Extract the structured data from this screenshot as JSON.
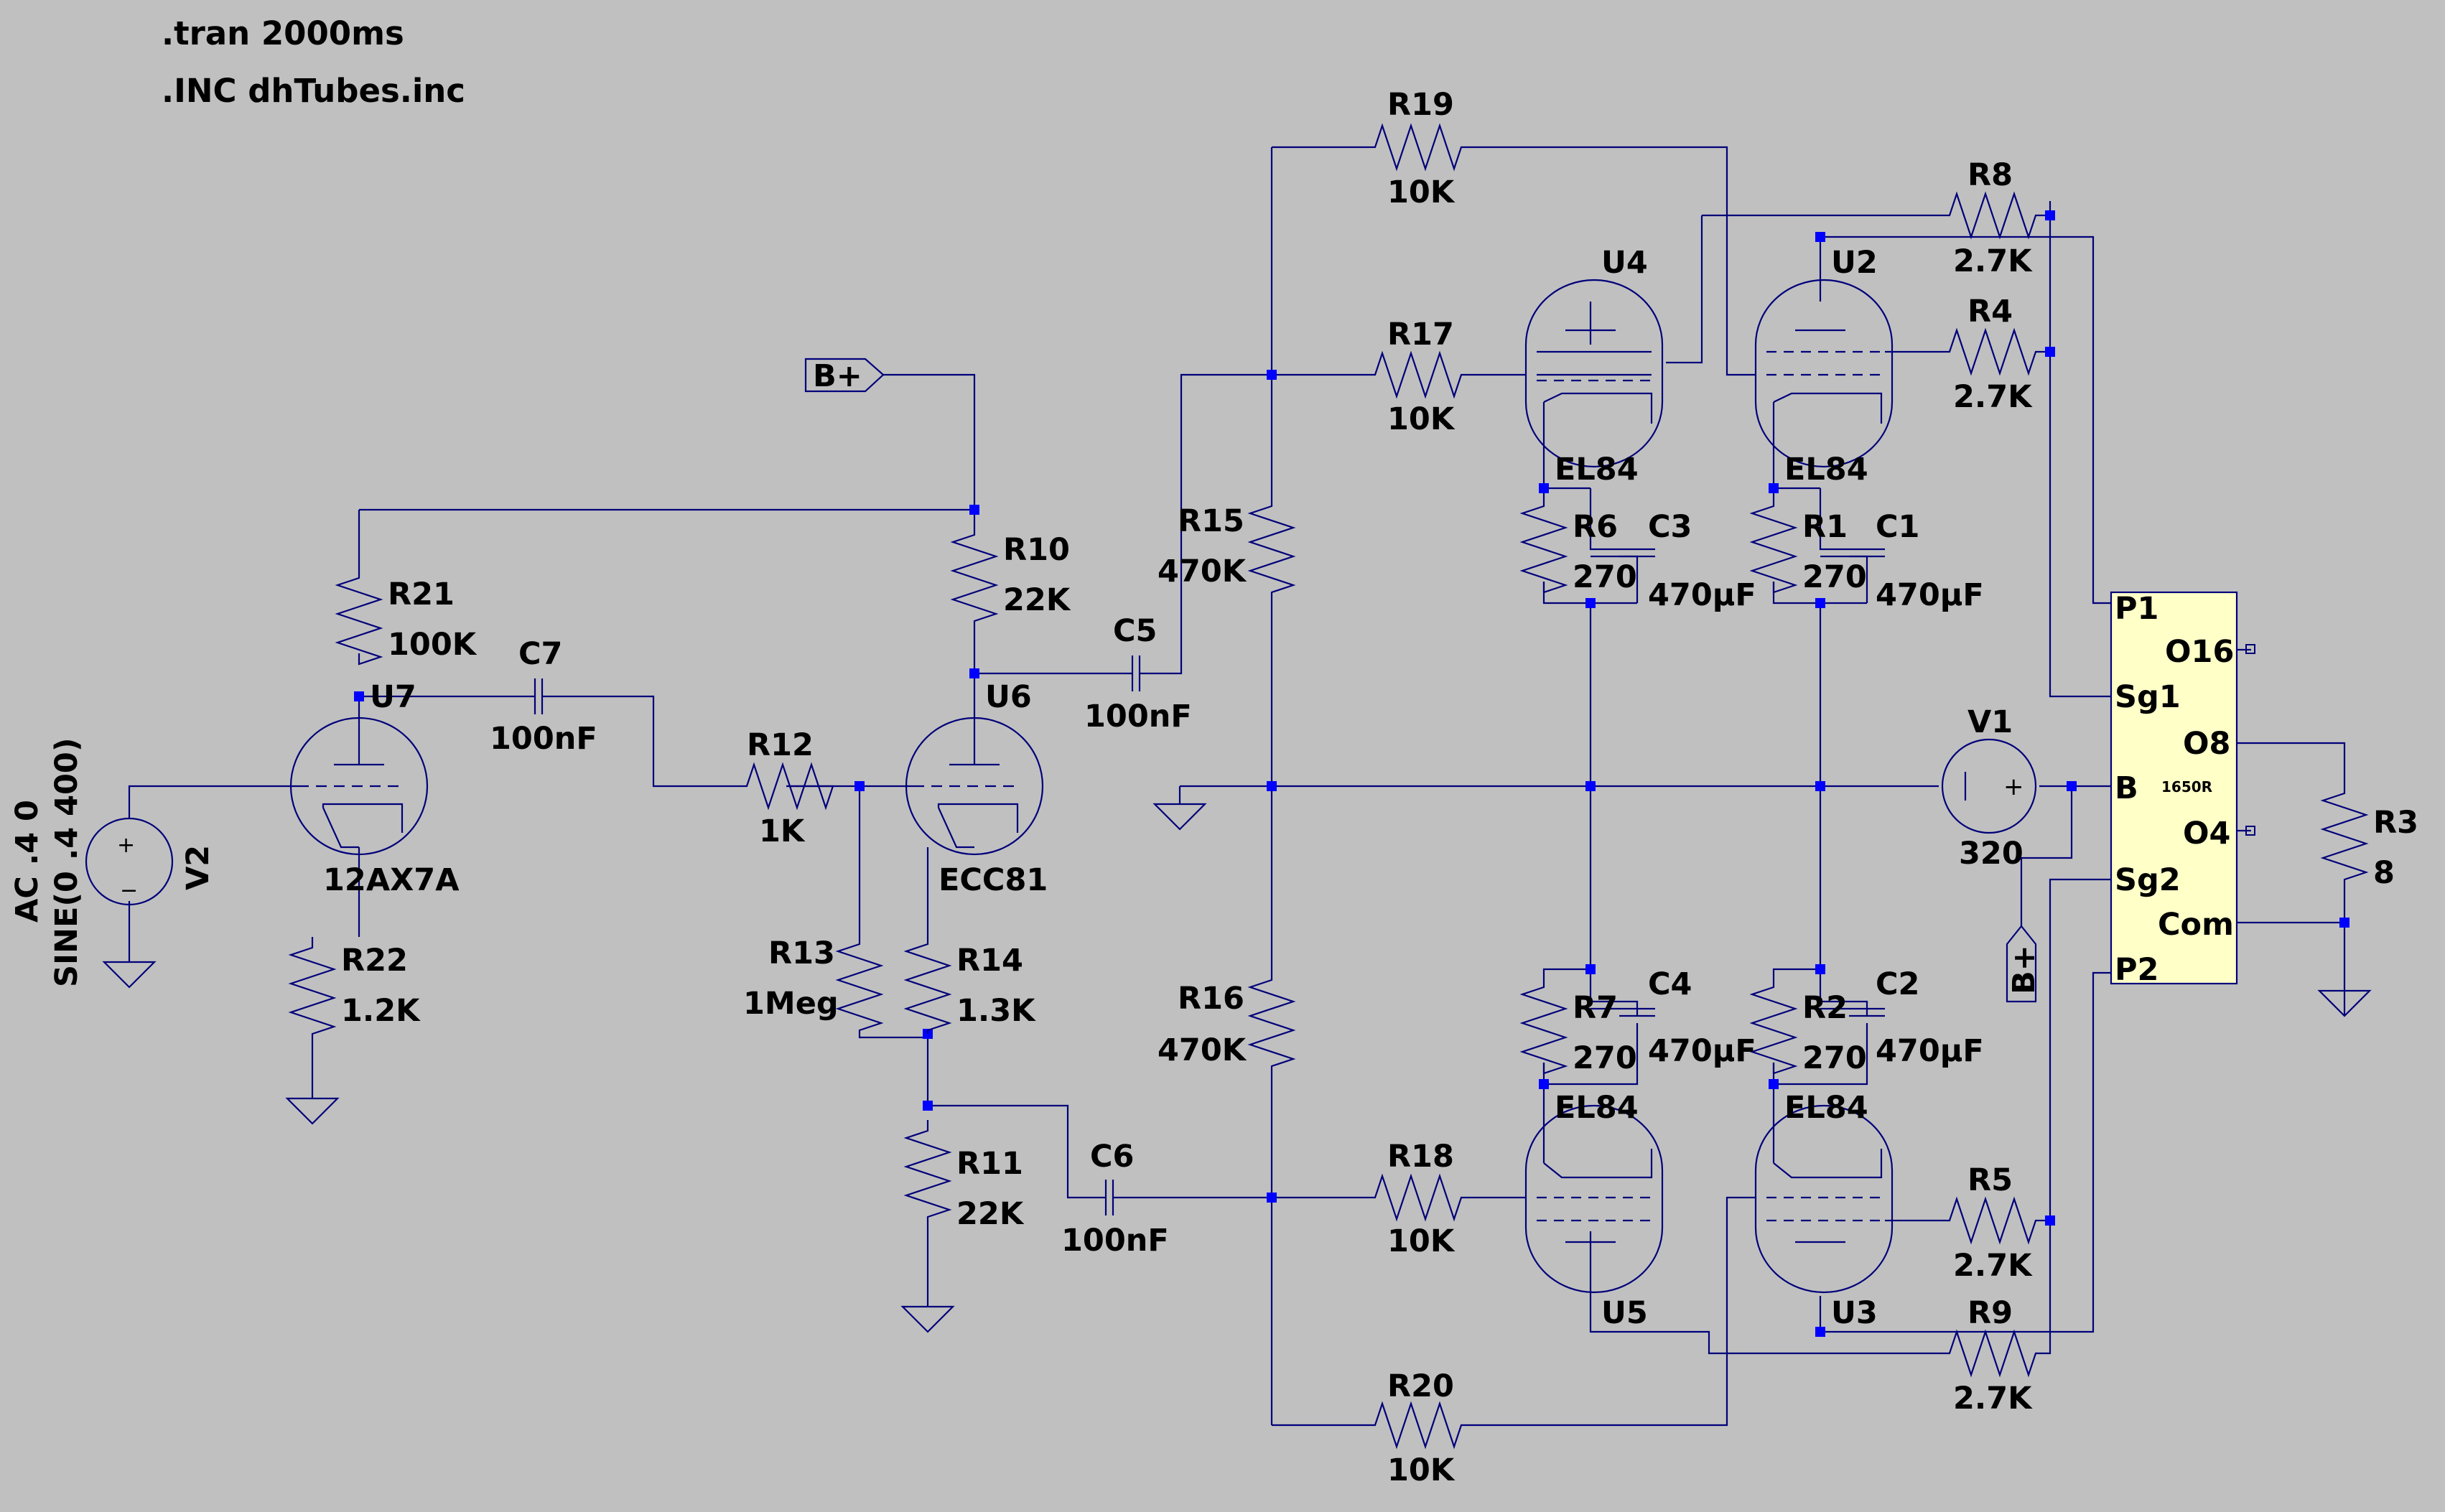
{
  "directives": [
    ".tran 2000ms",
    ".INC dhTubes.inc"
  ],
  "components": {
    "V2": {
      "name": "V2",
      "value1": "AC .4 0",
      "value2": "SINE(0 .4 400)"
    },
    "V1": {
      "name": "V1",
      "value": "320"
    },
    "U7": {
      "name": "U7",
      "model": "12AX7A"
    },
    "U6": {
      "name": "U6",
      "model": "ECC81"
    },
    "U4": {
      "name": "U4",
      "model": "EL84"
    },
    "U2": {
      "name": "U2",
      "model": "EL84"
    },
    "U5": {
      "name": "U5",
      "model": "EL84"
    },
    "U3": {
      "name": "U3",
      "model": "EL84"
    },
    "R21": {
      "name": "R21",
      "value": "100K"
    },
    "R22": {
      "name": "R22",
      "value": "1.2K"
    },
    "R10": {
      "name": "R10",
      "value": "22K"
    },
    "R12": {
      "name": "R12",
      "value": "1K"
    },
    "R13": {
      "name": "R13",
      "value": "1Meg"
    },
    "R14": {
      "name": "R14",
      "value": "1.3K"
    },
    "R11": {
      "name": "R11",
      "value": "22K"
    },
    "R15": {
      "name": "R15",
      "value": "470K"
    },
    "R16": {
      "name": "R16",
      "value": "470K"
    },
    "R17": {
      "name": "R17",
      "value": "10K"
    },
    "R18": {
      "name": "R18",
      "value": "10K"
    },
    "R19": {
      "name": "R19",
      "value": "10K"
    },
    "R20": {
      "name": "R20",
      "value": "10K"
    },
    "R6": {
      "name": "R6",
      "value": "270"
    },
    "R1": {
      "name": "R1",
      "value": "270"
    },
    "R7": {
      "name": "R7",
      "value": "270"
    },
    "R2": {
      "name": "R2",
      "value": "270"
    },
    "R8": {
      "name": "R8",
      "value": "2.7K"
    },
    "R4": {
      "name": "R4",
      "value": "2.7K"
    },
    "R5": {
      "name": "R5",
      "value": "2.7K"
    },
    "R9": {
      "name": "R9",
      "value": "2.7K"
    },
    "R3": {
      "name": "R3",
      "value": "8"
    },
    "C7": {
      "name": "C7",
      "value": "100nF"
    },
    "C5": {
      "name": "C5",
      "value": "100nF"
    },
    "C6": {
      "name": "C6",
      "value": "100nF"
    },
    "C3": {
      "name": "C3",
      "value": "470µF"
    },
    "C1": {
      "name": "C1",
      "value": "470µF"
    },
    "C4": {
      "name": "C4",
      "value": "470µF"
    },
    "C2": {
      "name": "C2",
      "value": "470µF"
    }
  },
  "net_labels": {
    "bplus_top": "B+",
    "bplus_right": "B+"
  },
  "transformer": {
    "model": "1650R",
    "pins": {
      "P1": "P1",
      "Sg1": "Sg1",
      "B": "B",
      "Sg2": "Sg2",
      "P2": "P2",
      "O16": "O16",
      "O8": "O8",
      "O4": "O4",
      "Com": "Com"
    }
  },
  "colors": {
    "background": "#c0c0c0",
    "wire": "#00007a",
    "junction": "#0000ff",
    "transformer_fill": "#ffffc8"
  }
}
